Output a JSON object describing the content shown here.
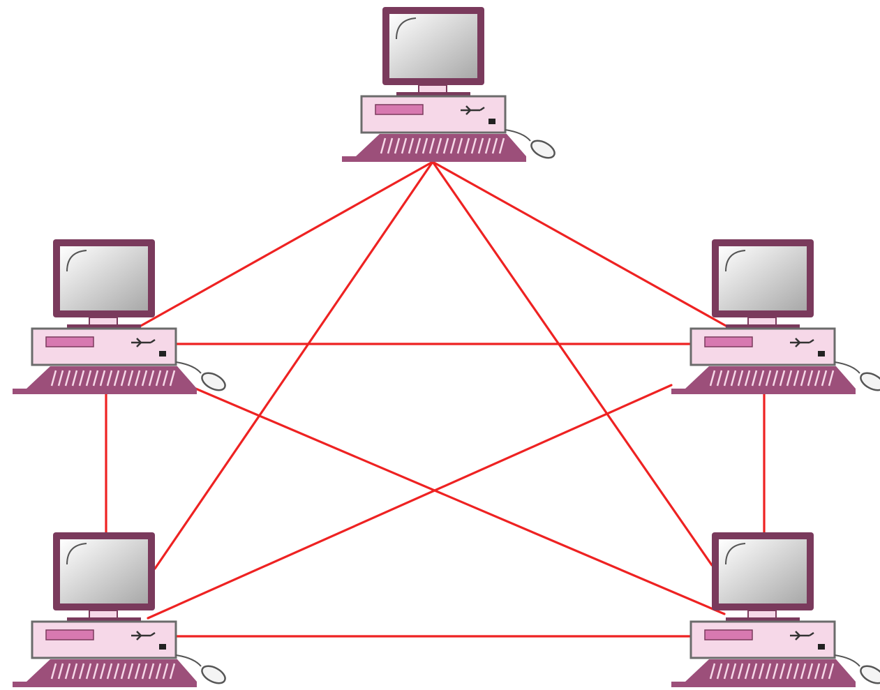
{
  "diagram": {
    "topology": "full mesh",
    "nodes": [
      {
        "id": "top",
        "icon": "desktop-computer-icon"
      },
      {
        "id": "upper-left",
        "icon": "desktop-computer-icon"
      },
      {
        "id": "upper-right",
        "icon": "desktop-computer-icon"
      },
      {
        "id": "lower-left",
        "icon": "desktop-computer-icon"
      },
      {
        "id": "lower-right",
        "icon": "desktop-computer-icon"
      }
    ],
    "links": [
      {
        "from": "top",
        "to": "upper-left"
      },
      {
        "from": "top",
        "to": "upper-right"
      },
      {
        "from": "top",
        "to": "lower-left"
      },
      {
        "from": "top",
        "to": "lower-right"
      },
      {
        "from": "upper-left",
        "to": "upper-right"
      },
      {
        "from": "upper-left",
        "to": "lower-left"
      },
      {
        "from": "upper-left",
        "to": "lower-right"
      },
      {
        "from": "upper-right",
        "to": "lower-left"
      },
      {
        "from": "upper-right",
        "to": "lower-right"
      },
      {
        "from": "lower-left",
        "to": "lower-right"
      }
    ],
    "colors": {
      "link": "#ee2222",
      "frame": "#7a3a5c",
      "case": "#f6d8e8",
      "keyboard": "#9c4f7a",
      "accent": "#d779b0",
      "screen_light": "#ffffff",
      "screen_dark": "#a8a8a8"
    }
  }
}
